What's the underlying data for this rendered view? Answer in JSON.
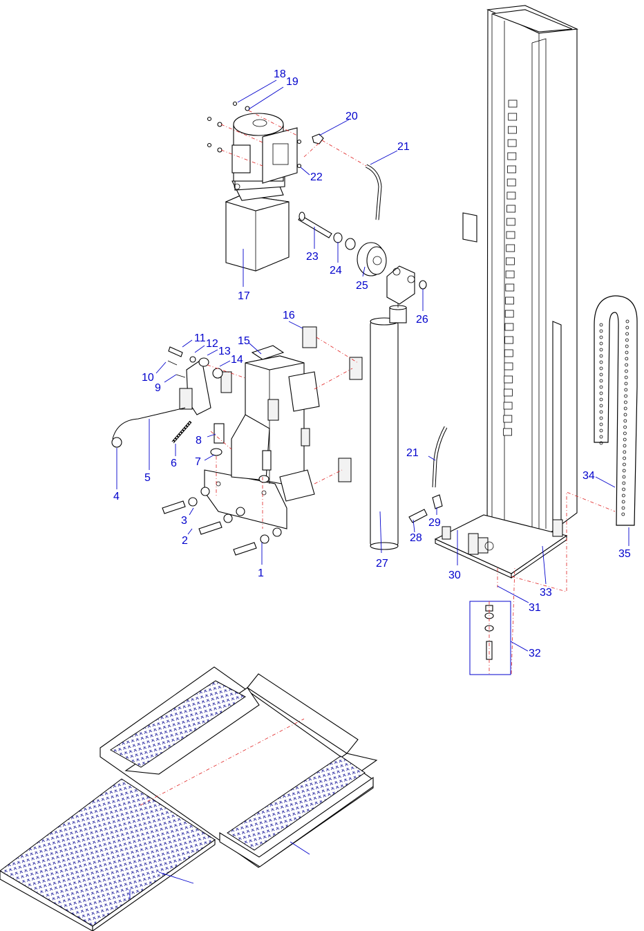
{
  "callouts": [
    {
      "id": "1",
      "label": "1"
    },
    {
      "id": "2",
      "label": "2"
    },
    {
      "id": "3",
      "label": "3"
    },
    {
      "id": "4",
      "label": "4"
    },
    {
      "id": "5",
      "label": "5"
    },
    {
      "id": "6",
      "label": "6"
    },
    {
      "id": "7",
      "label": "7"
    },
    {
      "id": "8",
      "label": "8"
    },
    {
      "id": "9",
      "label": "9"
    },
    {
      "id": "10",
      "label": "10"
    },
    {
      "id": "11",
      "label": "11"
    },
    {
      "id": "12",
      "label": "12"
    },
    {
      "id": "13",
      "label": "13"
    },
    {
      "id": "14",
      "label": "14"
    },
    {
      "id": "15",
      "label": "15"
    },
    {
      "id": "16",
      "label": "16"
    },
    {
      "id": "17",
      "label": "17"
    },
    {
      "id": "18",
      "label": "18"
    },
    {
      "id": "19",
      "label": "19"
    },
    {
      "id": "20",
      "label": "20"
    },
    {
      "id": "21a",
      "label": "21"
    },
    {
      "id": "21b",
      "label": "21"
    },
    {
      "id": "22",
      "label": "22"
    },
    {
      "id": "23",
      "label": "23"
    },
    {
      "id": "24",
      "label": "24"
    },
    {
      "id": "25",
      "label": "25"
    },
    {
      "id": "26",
      "label": "26"
    },
    {
      "id": "27",
      "label": "27"
    },
    {
      "id": "28",
      "label": "28"
    },
    {
      "id": "29",
      "label": "29"
    },
    {
      "id": "30",
      "label": "30"
    },
    {
      "id": "31",
      "label": "31"
    },
    {
      "id": "32",
      "label": "32"
    },
    {
      "id": "33",
      "label": "33"
    },
    {
      "id": "34",
      "label": "34"
    },
    {
      "id": "35",
      "label": "35"
    }
  ],
  "colors": {
    "callout": "#0000cc",
    "centerline": "#e02020",
    "line": "#000000",
    "plate_fill": "#c8ccf0"
  }
}
